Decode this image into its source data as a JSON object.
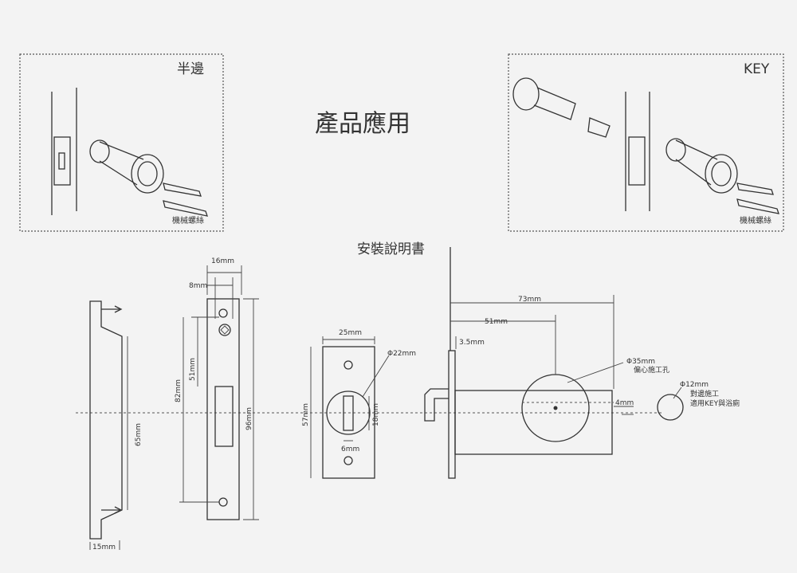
{
  "title": "產品應用",
  "subtitle": "安裝說明書",
  "panels": {
    "half": {
      "label": "半邊",
      "screw_label": "機械螺絲"
    },
    "key": {
      "label": "KEY",
      "screw_label": "機械螺絲"
    }
  },
  "dimensions": {
    "side_depth": "65mm",
    "side_width": "15mm",
    "face_width": "16mm",
    "face_inner": "8mm",
    "face_51": "51mm",
    "face_82": "82mm",
    "face_96": "96mm",
    "strike_width": "25mm",
    "strike_hole": "Φ22mm",
    "strike_height": "57mm",
    "strike_slot_h": "18mm",
    "strike_slot_w": "6mm",
    "latch_73": "73mm",
    "latch_51": "51mm",
    "latch_35": "3.5mm",
    "latch_hole": "Φ35mm",
    "latch_hole_note": "偏心施工孔",
    "offset": "4mm",
    "small_hole": "Φ12mm",
    "small_hole_note1": "對邊施工",
    "small_hole_note2": "適用KEY與浴廁"
  }
}
